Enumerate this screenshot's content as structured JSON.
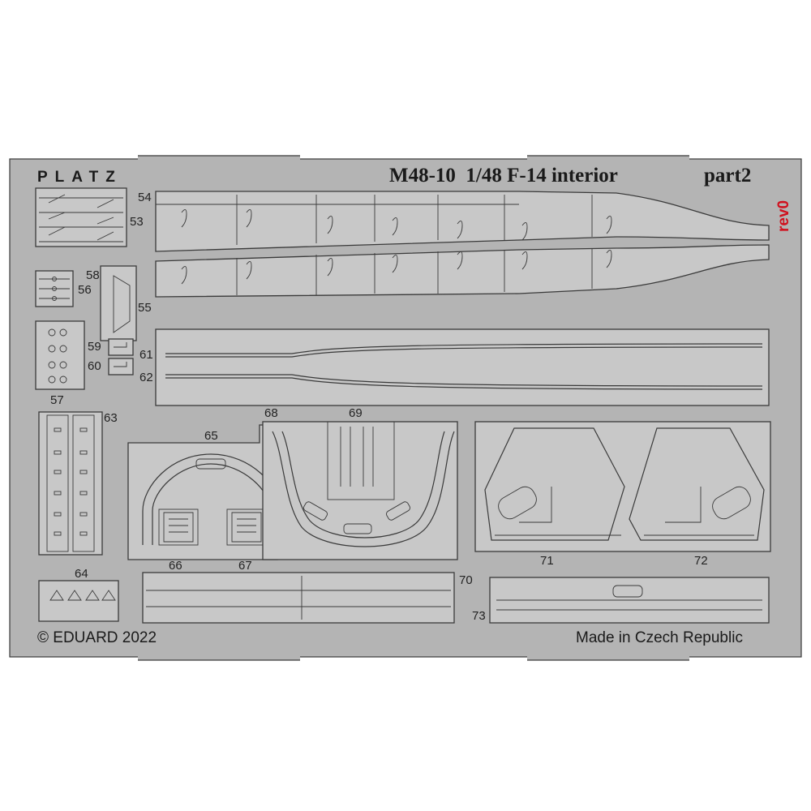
{
  "header": {
    "brand": "PLATZ",
    "title": "M48-10  1/48 F-14 interior",
    "part_label": "part2",
    "revision": "rev0"
  },
  "footer": {
    "copyright": "© EDUARD 2022",
    "origin": "Made in Czech Republic"
  },
  "part_numbers": {
    "p53": "53",
    "p54": "54",
    "p55": "55",
    "p56": "56",
    "p57": "57",
    "p58": "58",
    "p59": "59",
    "p60": "60",
    "p61": "61",
    "p62": "62",
    "p63": "63",
    "p64": "64",
    "p65": "65",
    "p66": "66",
    "p67": "67",
    "p68": "68",
    "p69": "69",
    "p70": "70",
    "p71": "71",
    "p72": "72",
    "p73": "73"
  },
  "colors": {
    "fret": "#b4b4b4",
    "part": "#c8c8c8",
    "outline": "#3a3a3a",
    "revision": "#d0101e"
  }
}
